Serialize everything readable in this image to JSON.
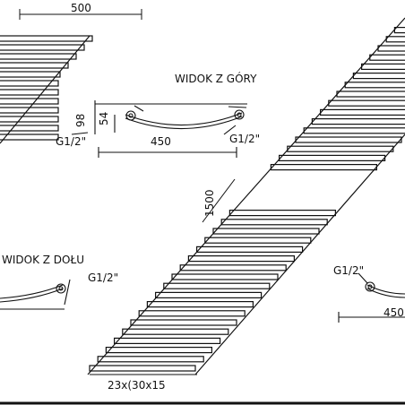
{
  "view_labels": {
    "top_view": "WIDOK Z GÓRY",
    "bottom_view": "WIDOK Z DOŁU"
  },
  "dimensions": {
    "top_width": "500",
    "top_view_width": "450",
    "depth_98": "98",
    "depth_54": "54",
    "height": "1500",
    "bottom_right_width": "450",
    "tube_spec": "23x(30x15"
  },
  "connections": {
    "top_left": "G1/2\"",
    "top_right": "G1/2\"",
    "bottom_left": "G1/2\"",
    "bottom_right": "G1/2\""
  },
  "colors": {
    "line": "#111111",
    "background": "#ffffff"
  }
}
